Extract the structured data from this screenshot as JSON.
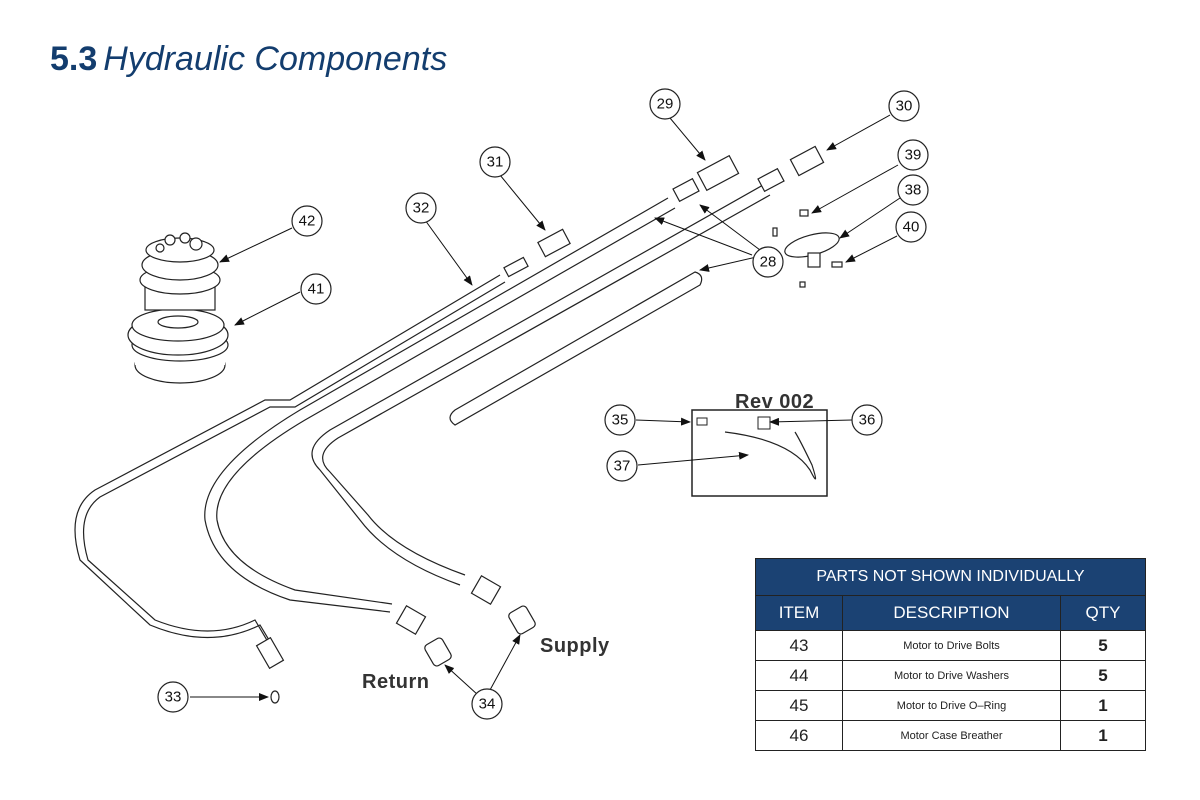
{
  "header": {
    "section_number": "5.3",
    "section_title": "Hydraulic Components"
  },
  "diagram": {
    "callouts": [
      "28",
      "29",
      "30",
      "31",
      "32",
      "33",
      "34",
      "35",
      "36",
      "37",
      "38",
      "39",
      "40",
      "41",
      "42"
    ],
    "labels": {
      "rev": "Rev 002",
      "supply": "Supply",
      "return": "Return"
    }
  },
  "parts_table": {
    "title": "PARTS NOT SHOWN INDIVIDUALLY",
    "columns": [
      "ITEM",
      "DESCRIPTION",
      "QTY"
    ],
    "rows": [
      {
        "item": "43",
        "description": "Motor to Drive Bolts",
        "qty": "5"
      },
      {
        "item": "44",
        "description": "Motor to Drive Washers",
        "qty": "5"
      },
      {
        "item": "45",
        "description": "Motor to Drive O–Ring",
        "qty": "1"
      },
      {
        "item": "46",
        "description": "Motor Case Breather",
        "qty": "1"
      }
    ]
  },
  "colors": {
    "brand_blue": "#133d6e",
    "table_header": "#1b4273"
  }
}
